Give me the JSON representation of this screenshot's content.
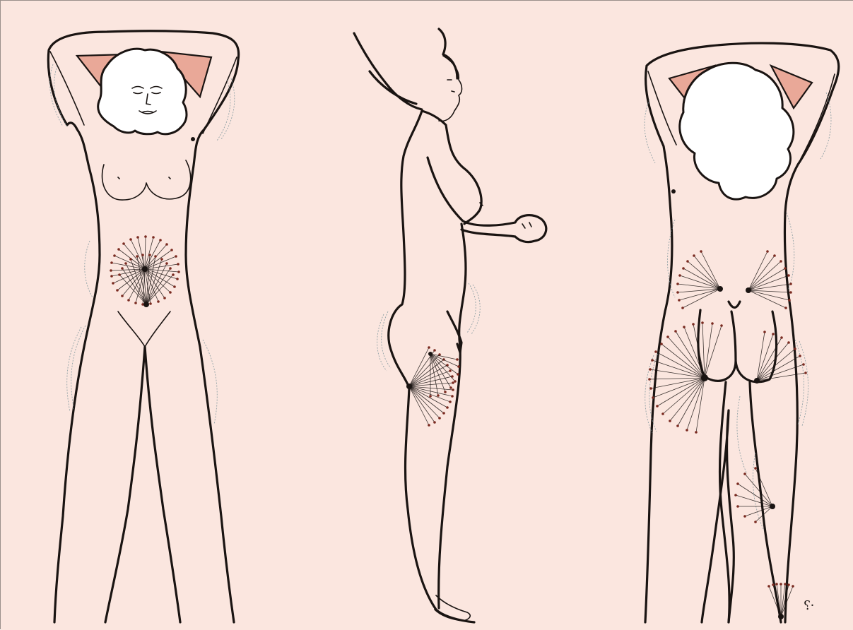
{
  "figure": {
    "background": "#fbe6df",
    "skin_outline": "#1a1412",
    "armpit_shade": "#e9a898",
    "hatch_color": "#6f8c94",
    "ray_tip_color": "#7a2a20",
    "views": [
      "front-view",
      "side-view",
      "back-view"
    ]
  },
  "signature": "⸮·"
}
